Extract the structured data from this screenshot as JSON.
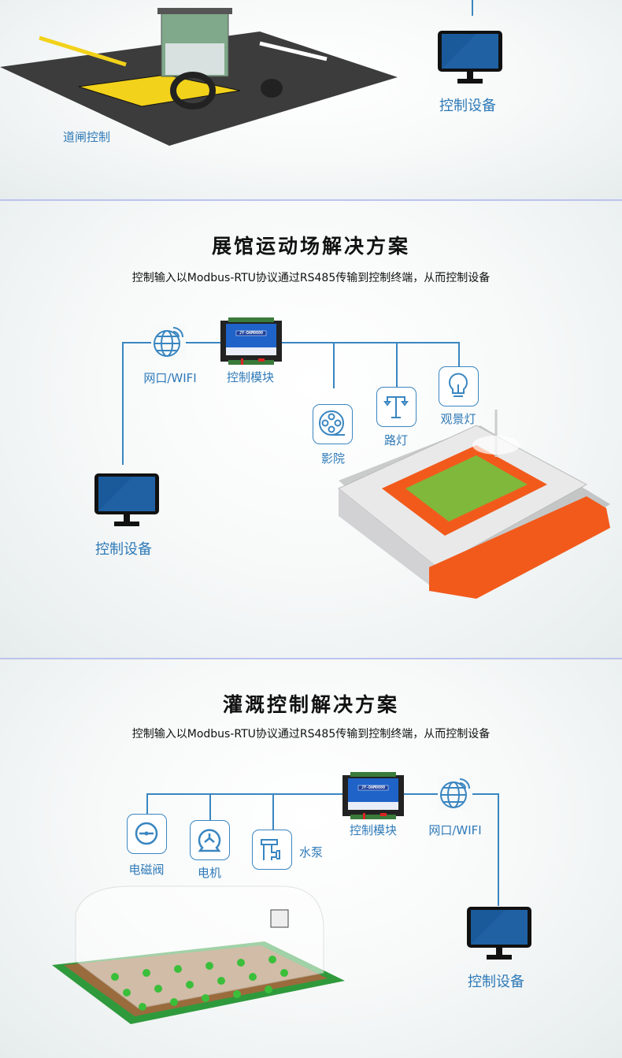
{
  "section_gate": {
    "gate_label": "道闸控制",
    "device_label": "控制设备"
  },
  "section_stadium": {
    "title": "展馆运动场解决方案",
    "subtitle": "控制输入以Modbus-RTU协议通过RS485传输到控制终端，从而控制设备",
    "network_label": "网口/WIFI",
    "module_label": "控制模块",
    "module_model": "JY-DAM0080",
    "cinema_label": "影院",
    "streetlight_label": "路灯",
    "landscape_light_label": "观景灯",
    "device_label": "控制设备"
  },
  "section_irrigation": {
    "title": "灌溉控制解决方案",
    "subtitle": "控制输入以Modbus-RTU协议通过RS485传输到控制终端，从而控制设备",
    "valve_label": "电磁阀",
    "motor_label": "电机",
    "pump_label": "水泵",
    "module_label": "控制模块",
    "module_model": "JY-DAM0080",
    "network_label": "网口/WIFI",
    "device_label": "控制设备"
  },
  "colors": {
    "accent": "#3a86c0",
    "divider": "#bcc3ee",
    "monitor_screen": "#1a5a9a"
  }
}
